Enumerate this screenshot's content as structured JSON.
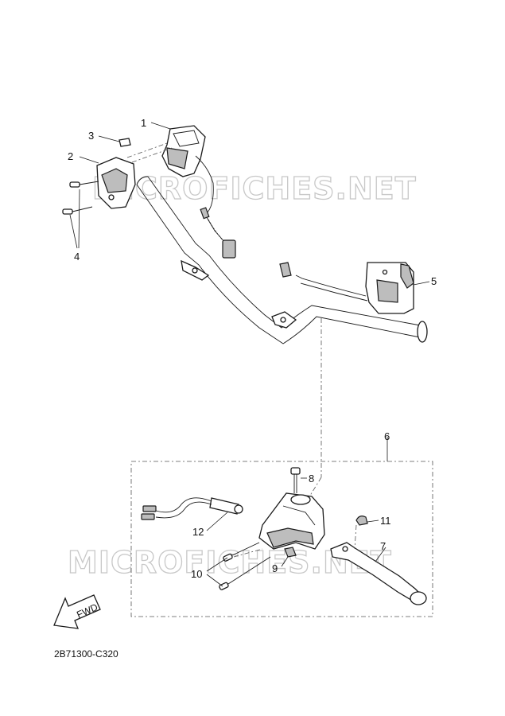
{
  "diagram_code": "2B71300-C320",
  "watermark": "MICROFICHES.NET",
  "fwd_arrow_label": "FWD",
  "callouts": [
    "1",
    "2",
    "3",
    "4",
    "5",
    "6",
    "7",
    "8",
    "9",
    "10",
    "11",
    "12"
  ]
}
